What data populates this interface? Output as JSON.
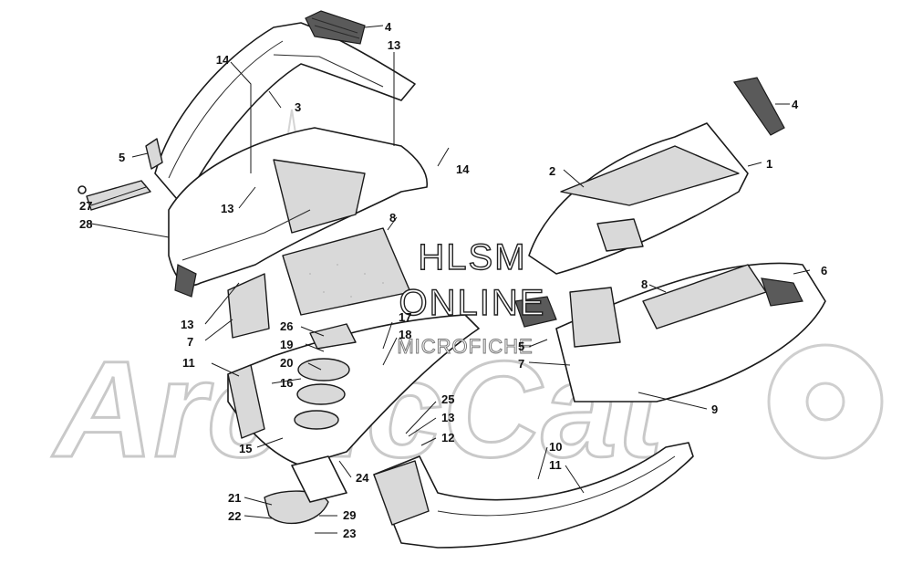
{
  "watermark": {
    "line1": "HLSM",
    "line2": "ONLINE",
    "line3": "MICROFICHE"
  },
  "background_logo": "ArcticCat",
  "callouts": [
    {
      "id": "c1",
      "text": "1"
    },
    {
      "id": "c2",
      "text": "2"
    },
    {
      "id": "c3",
      "text": "3"
    },
    {
      "id": "c4a",
      "text": "4"
    },
    {
      "id": "c4b",
      "text": "4"
    },
    {
      "id": "c5",
      "text": "5"
    },
    {
      "id": "c6",
      "text": "6"
    },
    {
      "id": "c7a",
      "text": "7"
    },
    {
      "id": "c7b",
      "text": "7"
    },
    {
      "id": "c8a",
      "text": "8"
    },
    {
      "id": "c8b",
      "text": "8"
    },
    {
      "id": "c9",
      "text": "9"
    },
    {
      "id": "c10",
      "text": "10"
    },
    {
      "id": "c11a",
      "text": "11"
    },
    {
      "id": "c11b",
      "text": "11"
    },
    {
      "id": "c12",
      "text": "12"
    },
    {
      "id": "c13a",
      "text": "13"
    },
    {
      "id": "c13b",
      "text": "13"
    },
    {
      "id": "c13c",
      "text": "13"
    },
    {
      "id": "c13d",
      "text": "13"
    },
    {
      "id": "c14a",
      "text": "14"
    },
    {
      "id": "c14b",
      "text": "14"
    },
    {
      "id": "c15",
      "text": "15"
    },
    {
      "id": "c16",
      "text": "16"
    },
    {
      "id": "c17",
      "text": "17"
    },
    {
      "id": "c18",
      "text": "18"
    },
    {
      "id": "c19",
      "text": "19"
    },
    {
      "id": "c20",
      "text": "20"
    },
    {
      "id": "c21",
      "text": "21"
    },
    {
      "id": "c22",
      "text": "22"
    },
    {
      "id": "c23",
      "text": "23"
    },
    {
      "id": "c24",
      "text": "24"
    },
    {
      "id": "c25",
      "text": "25"
    },
    {
      "id": "c26",
      "text": "26"
    },
    {
      "id": "c27",
      "text": "27"
    },
    {
      "id": "c28",
      "text": "28"
    },
    {
      "id": "c29",
      "text": "29"
    },
    {
      "id": "c5b",
      "text": "5"
    }
  ]
}
